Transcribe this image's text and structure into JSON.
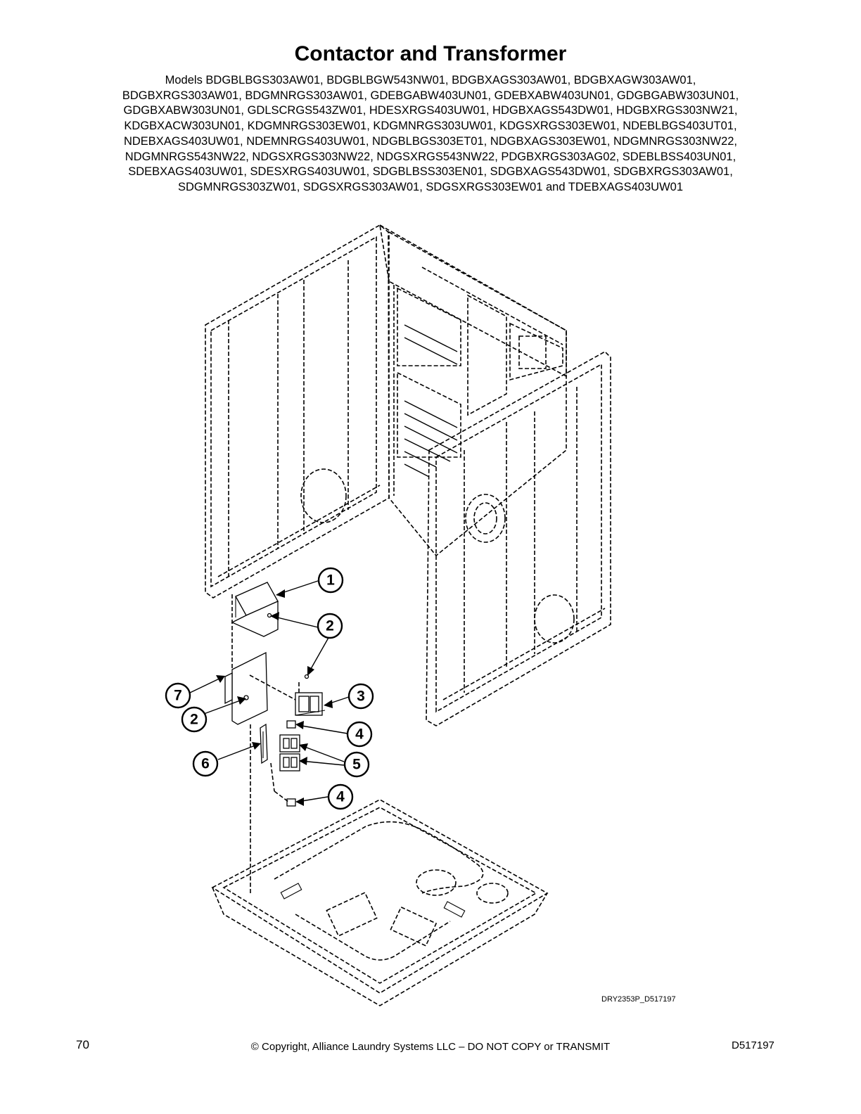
{
  "page": {
    "title": "Contactor and Transformer",
    "models_lines": [
      "Models BDGBLBGS303AW01, BDGBLBGW543NW01, BDGBXAGS303AW01, BDGBXAGW303AW01,",
      "BDGBXRGS303AW01, BDGMNRGS303AW01, GDEBGABW403UN01, GDEBXABW403UN01, GDGBGABW303UN01,",
      "GDGBXABW303UN01, GDLSCRGS543ZW01, HDESXRGS403UW01, HDGBXAGS543DW01, HDGBXRGS303NW21,",
      "KDGBXACW303UN01, KDGMNRGS303EW01, KDGMNRGS303UW01, KDGSXRGS303EW01, NDEBLBGS403UT01,",
      "NDEBXAGS403UW01, NDEMNRGS403UW01, NDGBLBGS303ET01, NDGBXAGS303EW01, NDGMNRGS303NW22,",
      "NDGMNRGS543NW22, NDGSXRGS303NW22, NDGSXRGS543NW22, PDGBXRGS303AG02, SDEBLBSS403UN01,",
      "SDEBXAGS403UW01, SDESXRGS403UW01, SDGBLBSS303EN01, SDGBXAGS543DW01, SDGBXRGS303AW01,",
      "SDGMNRGS303ZW01, SDGSXRGS303AW01, SDGSXRGS303EW01 and TDEBXAGS403UW01"
    ],
    "figure_code": "DRY2353P_D517197",
    "page_number": "70",
    "copyright": "© Copyright, Alliance Laundry Systems LLC – DO NOT COPY or TRANSMIT",
    "doc_number": "D517197"
  },
  "callouts": [
    "1",
    "2",
    "3",
    "4",
    "5",
    "6",
    "7",
    "2",
    "4"
  ]
}
